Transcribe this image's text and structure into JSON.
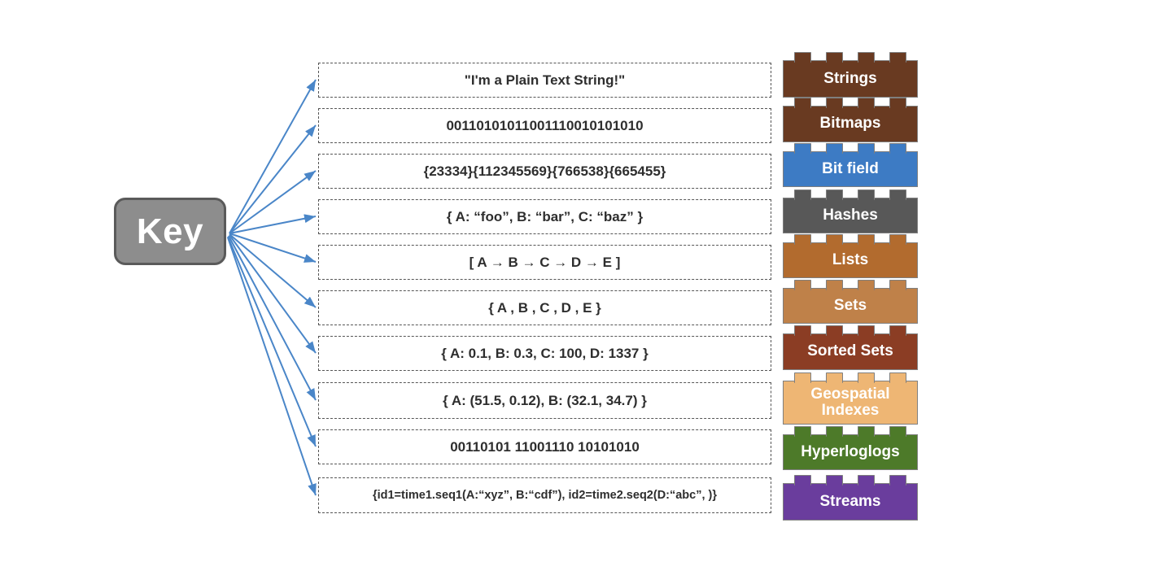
{
  "key": {
    "label": "Key"
  },
  "rows": [
    {
      "value": "\"I'm a Plain Text String!\"",
      "type": "Strings",
      "color": "#693A21"
    },
    {
      "value": "00110101011001110010101010",
      "type": "Bitmaps",
      "color": "#693A21"
    },
    {
      "value": "{23334}{112345569}{766538}{665455}",
      "type": "Bit field",
      "color": "#3D7BC4"
    },
    {
      "value": "{ A: “foo”, B: “bar”, C: “baz”  }",
      "type": "Hashes",
      "color": "#585858"
    },
    {
      "value": "[ A → B → C → D → E ]",
      "type": "Lists",
      "color": "#B26B2E"
    },
    {
      "value": "{ A , B , C , D , E }",
      "type": "Sets",
      "color": "#BF8149"
    },
    {
      "value": "{ A: 0.1, B: 0.3, C: 100, D: 1337 }",
      "type": "Sorted Sets",
      "color": "#8B3D24"
    },
    {
      "value": "{ A: (51.5, 0.12), B: (32.1, 34.7)  }",
      "type": "Geospatial Indexes",
      "color": "#EEB674"
    },
    {
      "value": "00110101 11001110 10101010",
      "type": "Hyperloglogs",
      "color": "#4D7A29"
    },
    {
      "value": "{id1=time1.seq1(A:“xyz”, B:“cdf”), id2=time2.seq2(D:“abc”, )}",
      "type": "Streams",
      "color": "#6A3D9D"
    }
  ],
  "colors": {
    "arrow": "#4A86C8",
    "key_fill": "#8D8D8D",
    "key_border": "#5A5A5A",
    "dashed_box_border": "#555555",
    "value_text": "#2E2E2E",
    "brick_outline": "#7F7F7F",
    "brick_label_text": "#FFFFFF",
    "background": "#FFFFFF"
  }
}
